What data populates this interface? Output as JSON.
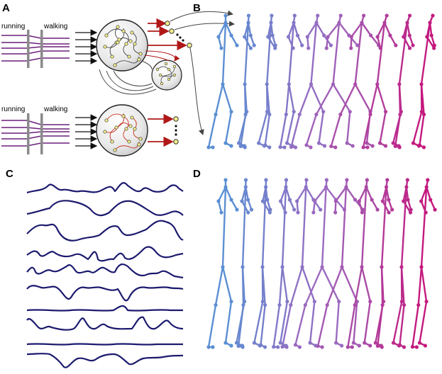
{
  "panels": {
    "A": {
      "label": "A",
      "top_left_label": "running",
      "top_right_label": "walking",
      "bottom_left_label": "running",
      "bottom_right_label": "walking"
    },
    "B": {
      "label": "B"
    },
    "C": {
      "label": "C"
    },
    "D": {
      "label": "D"
    }
  },
  "colors": {
    "purple_line": "#6a1f7a",
    "grey_bar": "#8a8a8a",
    "red_arrow": "#b01818",
    "node_yellow": "#f5f08a",
    "trace_navy": "#1c1a6e",
    "figure_start": "#5b8fd3",
    "figure_mid": "#9b6ac0",
    "figure_end": "#c4197e"
  },
  "icons": [
    "network-circle-icon",
    "output-node-icon",
    "ellipsis-dots-icon"
  ]
}
